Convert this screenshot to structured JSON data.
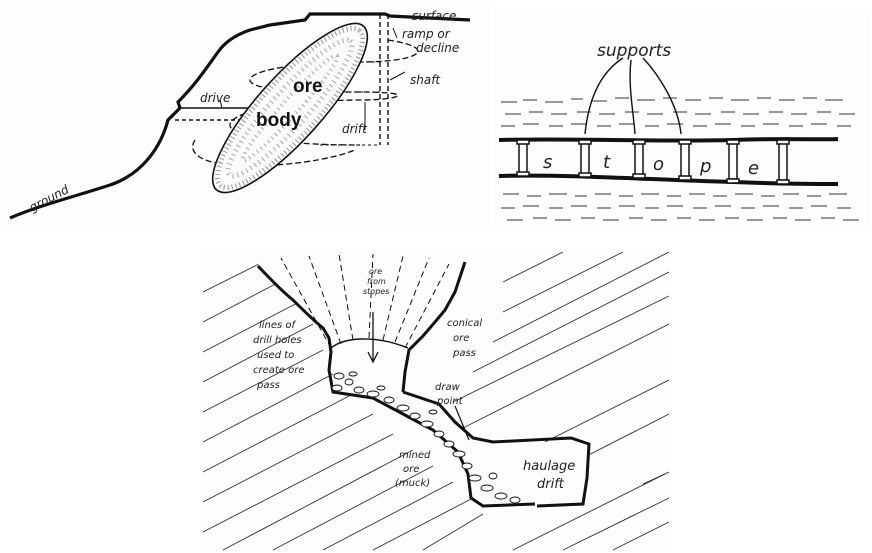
{
  "panel1": {
    "labels": {
      "surface": "surface",
      "ramp": "ramp or",
      "decline": "decline",
      "shaft": "shaft",
      "drive": "drive",
      "drift": "drift",
      "ore": "ore",
      "body": "body",
      "ground": "ground"
    }
  },
  "panel2": {
    "supports": "supports",
    "stope_letters": [
      "s",
      "t",
      "o",
      "p",
      "e"
    ]
  },
  "panel3": {
    "ore_from_stopes": [
      "ore",
      "from",
      "stopes"
    ],
    "drill_holes": [
      "lines of",
      "drill holes",
      "used to",
      "create ore",
      "pass"
    ],
    "conical": [
      "conical",
      "ore",
      "pass"
    ],
    "draw_point": [
      "draw",
      "point"
    ],
    "mined_ore": [
      "mined",
      "ore",
      "(muck)"
    ],
    "haulage": [
      "haulage",
      "drift"
    ]
  },
  "colors": {
    "ink": "#111111",
    "paper": "#fdfdfd"
  }
}
